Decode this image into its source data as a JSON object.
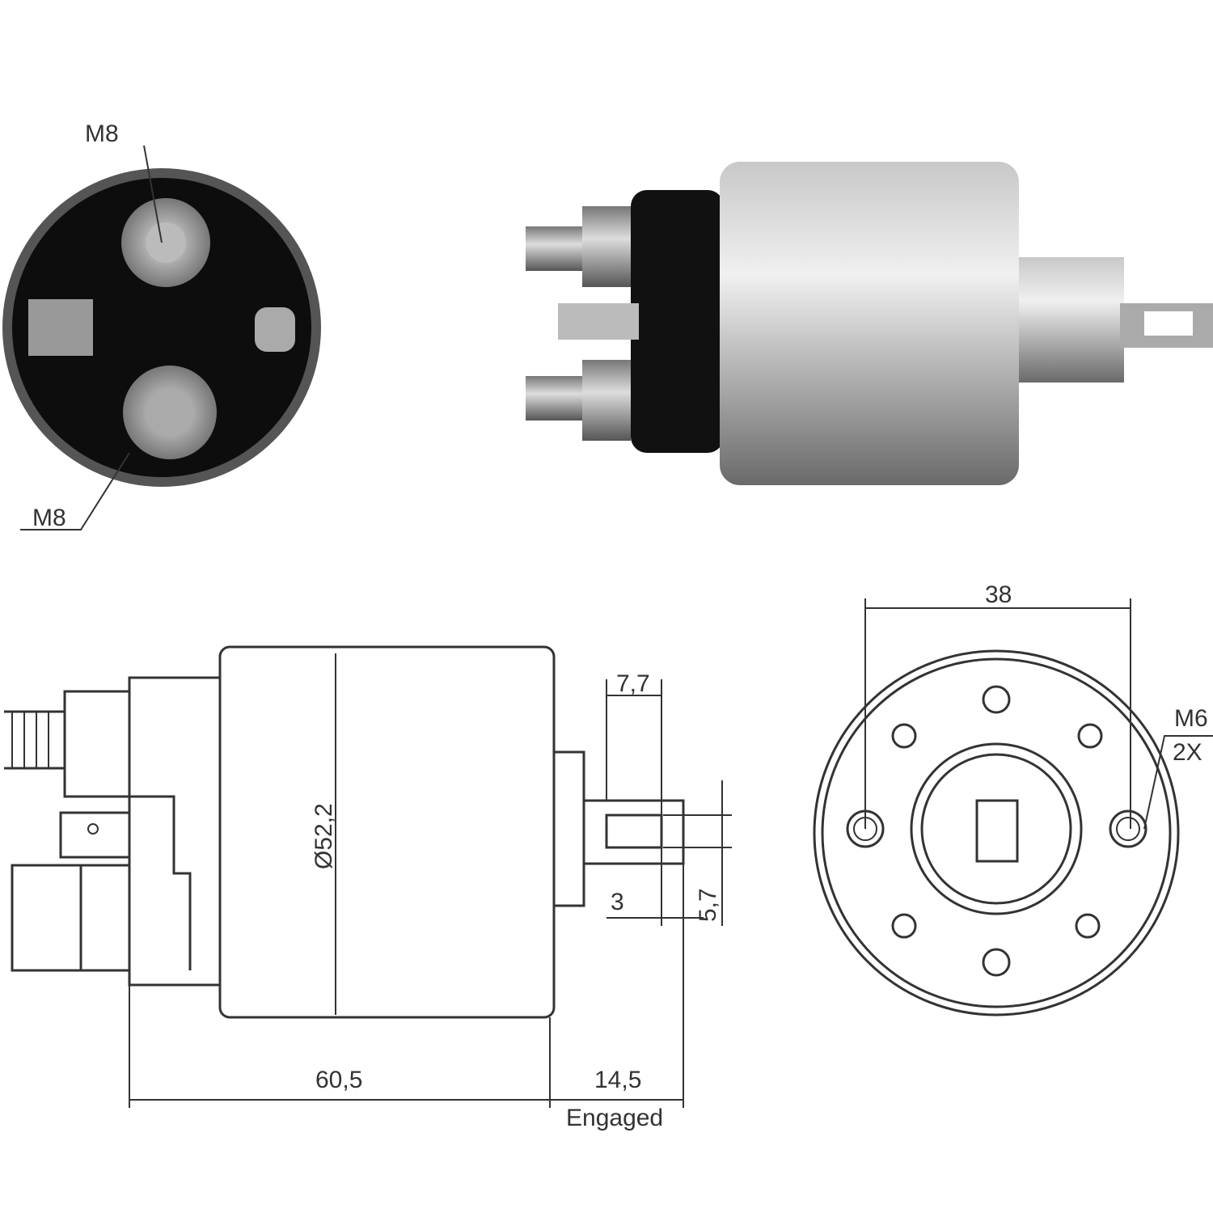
{
  "end_view_photo": {
    "top_thread_label": "M8",
    "bottom_thread_label": "M8"
  },
  "side_view_drawing": {
    "diameter_label": "Ø52,2",
    "plunger_slot_width_label": "7,7",
    "plunger_offset_label": "3",
    "plunger_slot_height_label": "5,7",
    "body_length_label": "60,5",
    "plunger_travel_label": "14,5",
    "plunger_state_label": "Engaged"
  },
  "flange_view_drawing": {
    "hole_spacing_label": "38",
    "hole_thread_label": "M6",
    "hole_count_label": "2X"
  }
}
